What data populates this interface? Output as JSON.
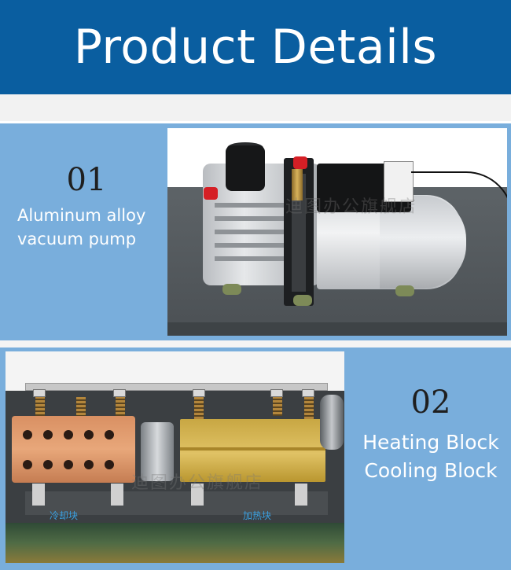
{
  "header": {
    "title": "Product Details"
  },
  "features": [
    {
      "number": "01",
      "caption_line1": "Aluminum alloy",
      "caption_line2": "vacuum pump",
      "watermark": "迪图办公旗舰店"
    },
    {
      "number": "02",
      "caption_line1": "Heating Block",
      "caption_line2": "Cooling Block",
      "label_cooling": "冷却块",
      "label_heating": "加热块",
      "watermark": "迪图办公旗舰店"
    }
  ],
  "colors": {
    "header_blue": "#0a5ea0",
    "panel_blue": "#79aedc",
    "number_text": "#1f1f1f",
    "caption_text": "#ffffff"
  }
}
